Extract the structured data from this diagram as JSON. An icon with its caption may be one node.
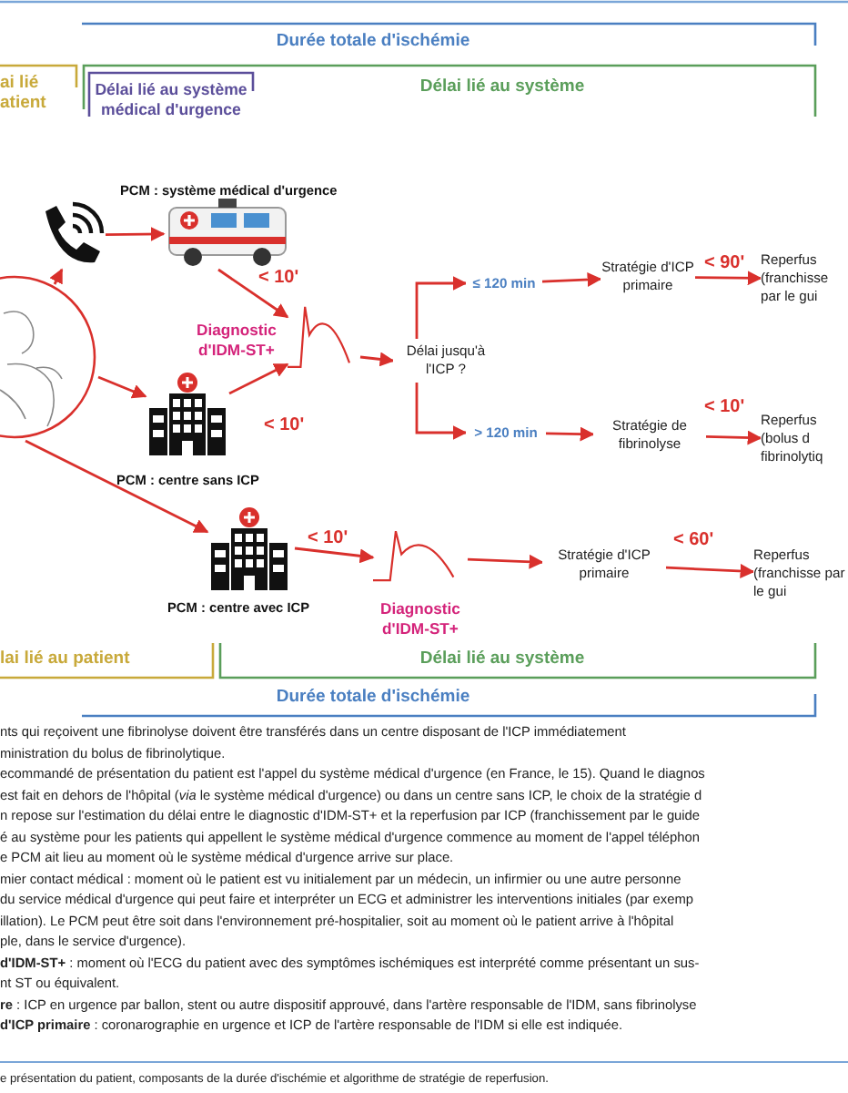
{
  "diagram": {
    "caption": "e présentation du patient, composants de la durée d'ischémie et algorithme de stratégie de reperfusion.",
    "nodes": [
      {
        "text": [],
        "shape": "picture"
      },
      {
        "text": [],
        "shape": "picture",
        "beside": [
          "PCM : système médical d'urgence"
        ]
      },
      {
        "text": [],
        "shape": "picture"
      },
      {
        "text": [],
        "shape": "picture",
        "beside": [
          "PCM : centre sans ICP"
        ]
      },
      {
        "text": [],
        "shape": "picture",
        "beside": [
          "Diagnostic d'IDM-ST+"
        ]
      },
      {
        "text": [
          "Délai jusqu'à l'ICP ?"
        ]
      },
      {
        "text": [
          "≤ 120 min"
        ]
      },
      {
        "text": [
          "Stratégie d'ICP primaire"
        ]
      },
      {
        "text": [
          "Reperfus (franchisse par le gui"
        ]
      },
      {
        "text": [
          "> 120 min"
        ]
      },
      {
        "text": [
          "Stratégie de fibrinolyse"
        ]
      },
      {
        "text": [
          "Reperfus (bolus d fibrinolytiq"
        ]
      },
      {
        "text": [],
        "shape": "picture",
        "beside": [
          "PCM : centre avec ICP"
        ]
      },
      {
        "text": [],
        "shape": "picture",
        "beside": [
          "Diagnostic d'IDM-ST+"
        ]
      },
      {
        "text": [
          "Stratégie d'ICP primaire"
        ]
      },
      {
        "text": [
          "Reperfus (franchisse par le gui"
        ]
      }
    ],
    "edges": [
      {
        "from": 2,
        "to": 0,
        "arrow": "to"
      },
      {
        "from": 0,
        "to": 1,
        "arrow": "to"
      },
      {
        "from": 2,
        "to": 3,
        "arrow": "to"
      },
      {
        "from": 2,
        "to": 12,
        "arrow": "to"
      },
      {
        "from": 1,
        "to": 4,
        "arrow": "to",
        "label": "< 10'"
      },
      {
        "from": 3,
        "to": 4,
        "arrow": "to",
        "label": "< 10'"
      },
      {
        "from": 4,
        "to": 5,
        "arrow": "to"
      },
      {
        "from": 5,
        "to": 6,
        "arrow": "to"
      },
      {
        "from": 6,
        "to": 7,
        "arrow": "to"
      },
      {
        "from": 7,
        "to": 8,
        "arrow": "to",
        "label": "< 90'"
      },
      {
        "from": 5,
        "to": 9,
        "arrow": "to"
      },
      {
        "from": 9,
        "to": 10,
        "arrow": "to"
      },
      {
        "from": 10,
        "to": 11,
        "arrow": "to",
        "label": "< 10'"
      },
      {
        "from": 12,
        "to": 13,
        "arrow": "to",
        "label": "< 10'"
      },
      {
        "from": 13,
        "to": 14,
        "arrow": "to"
      },
      {
        "from": 14,
        "to": 15,
        "arrow": "to",
        "label": "< 60'"
      }
    ],
    "labels": [
      "Durée totale d'ischémie",
      "ai lié atient",
      "Délai lié au système médical d'urgence",
      "Délai lié au système",
      "lai lié au patient",
      "Délai lié au système",
      "Durée totale d'ischémie",
      "nts qui reçoivent une fibrinolyse doivent être transférés dans un centre disposant de l'ICP immédiatement",
      "ministration du bolus de fibrinolytique.",
      "ecommandé de présentation du patient est l'appel du système médical d'urgence (en France, le 15). Quand le diagnos",
      "est fait en dehors de l'hôpital (*via* le système médical d'urgence) ou dans un centre sans ICP, le choix de la stratégie d",
      "n repose sur l'estimation du délai entre le diagnostic d'IDM-ST+ et la reperfusion par ICP (franchissement par le guide",
      "é au système pour les patients qui appellent le système médical d'urgence commence au moment de l'appel téléphon",
      "e PCM ait lieu au moment où le système médical d'urgence arrive sur place.",
      "mier contact médical : moment où le patient est vu initialement par un médecin, un infirmier ou une autre personne",
      "du service médical d'urgence qui peut faire et interpréter un ECG et administrer les interventions initiales (par exemp",
      "illation). Le PCM peut être soit dans l'environnement pré-hospitalier, soit au moment où le patient arrive à l'hôpital",
      "ple, dans le service d'urgence).",
      "**d'IDM-ST+** : moment où l'ECG du patient avec des symptômes ischémiques est interprété comme présentant un sus-",
      "nt ST ou équivalent.",
      "**re** : ICP en urgence par ballon, stent ou autre dispositif approuvé, dans l'artère responsable de l'IDM, sans fibrinolyse",
      "**d'ICP primaire** : coronarographie en urgence et ICP de l'artère responsable de l'IDM si elle est indiquée."
    ]
  }
}
